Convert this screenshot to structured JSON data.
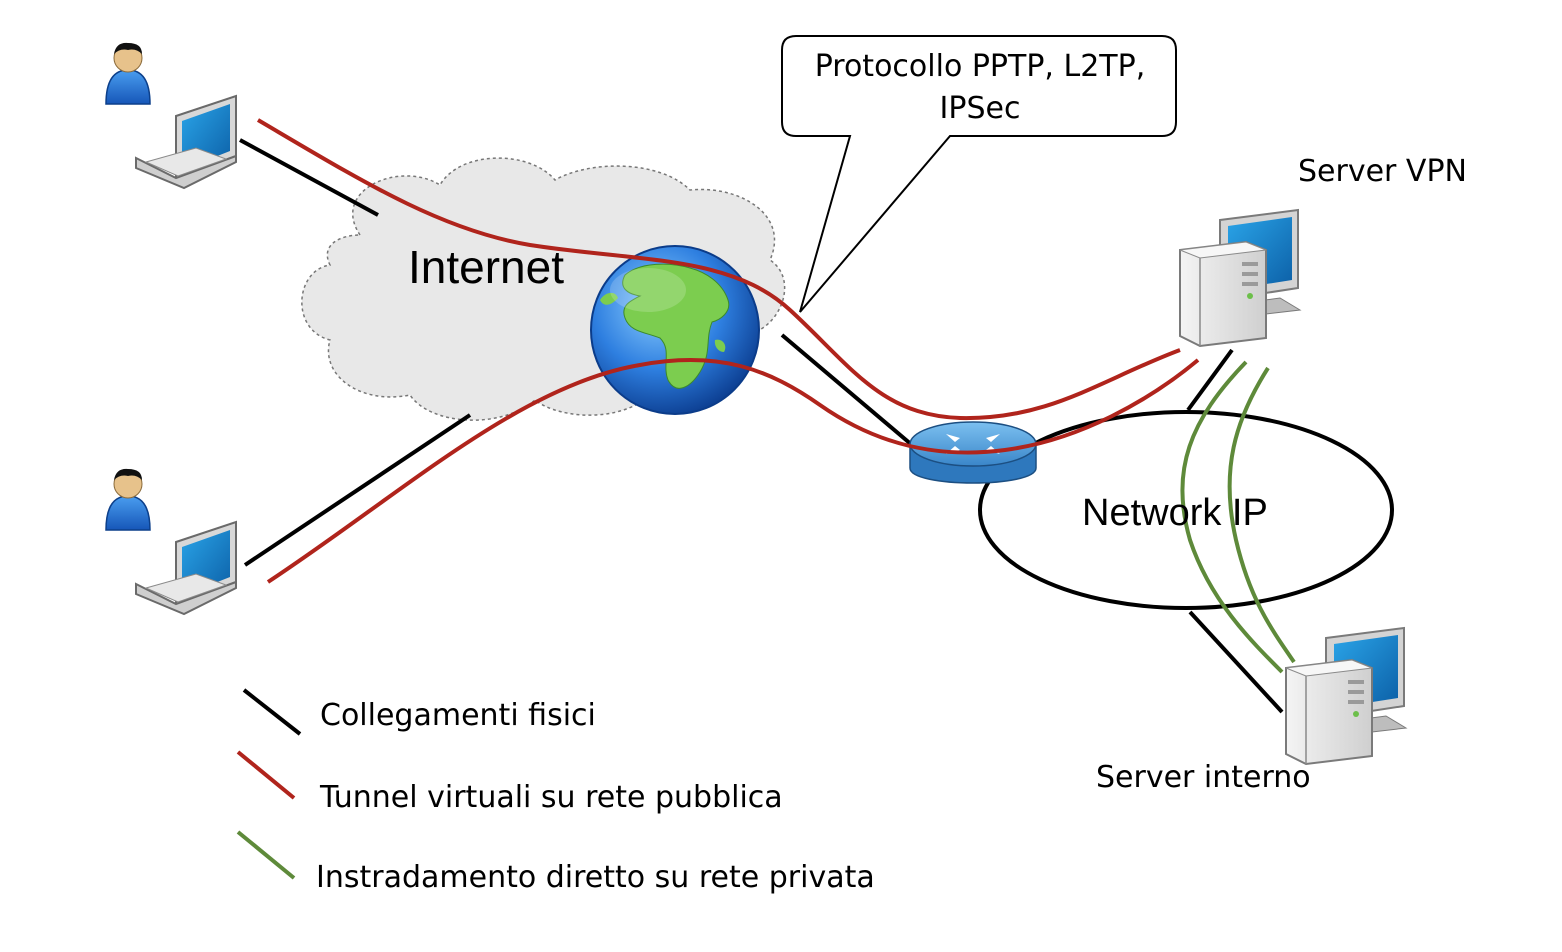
{
  "cloud_label": "Internet",
  "callout": {
    "line1": "Protocollo PPTP, L2TP,",
    "line2": "IPSec"
  },
  "nodes": {
    "server_vpn": "Server VPN",
    "network": "Network IP",
    "server_interno": "Server interno"
  },
  "legend": [
    {
      "label": "Collegamenti fisici",
      "color": "#000000"
    },
    {
      "label": "Tunnel virtuali su rete pubblica",
      "color": "#b0241c"
    },
    {
      "label": "Instradamento diretto su rete privata",
      "color": "#5e8a3a"
    }
  ],
  "colors": {
    "physical": "#000000",
    "tunnel": "#b0241c",
    "private": "#5e8a3a",
    "cloud_fill": "#e6e6e6",
    "globe_ocean": "#1f63c6",
    "globe_land": "#7ccd4f",
    "router": "#3f8fd2"
  },
  "icons": [
    "user-icon",
    "laptop-icon",
    "globe-icon",
    "router-icon",
    "desktop-server-icon"
  ]
}
